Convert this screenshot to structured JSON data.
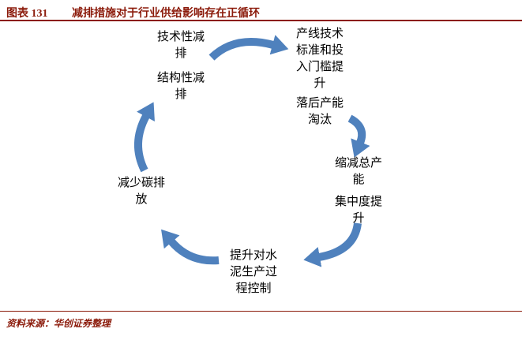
{
  "page": {
    "background": "#ffffff"
  },
  "header": {
    "figure_label": "图表  131",
    "title": "减排措施对于行业供给影响存在正循环",
    "accent_color": "#8B1A0A"
  },
  "diagram": {
    "arrow_color": "#4F81BD",
    "text_color": "#000000",
    "nodes": {
      "technical": "技术性减\n排",
      "structural": "结构性减\n排",
      "production_line": "产线技术\n标准和投\n入门槛提\n升",
      "capacity_elimination": "落后产能\n淘汰",
      "total_capacity": "缩减总产\n能",
      "concentration": "集中度提\n升",
      "process_control": "提升对水\n泥生产过\n程控制",
      "carbon_reduction": "减少碳排\n放"
    }
  },
  "footer": {
    "source": "资料来源：华创证券整理"
  }
}
